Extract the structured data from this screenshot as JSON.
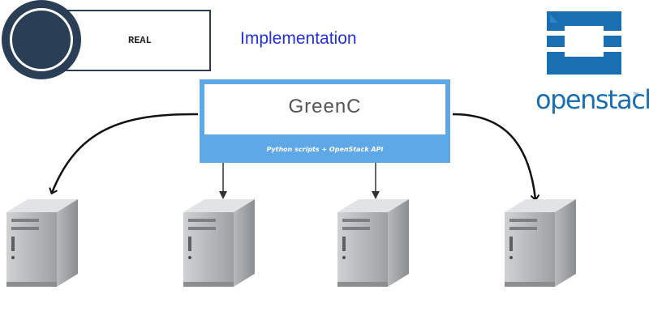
{
  "badge": {
    "label": "REAL"
  },
  "header": {
    "title": "Implementation"
  },
  "greenc": {
    "title": "GreenC",
    "subtitle": "Python scripts + OpenStack API"
  },
  "logo": {
    "name": "openstack",
    "tm": "™",
    "color": "#1a6fb3"
  },
  "colors": {
    "accent_blue": "#5fa8e8",
    "badge_navy": "#2a3f55",
    "title_blue": "#2232d6"
  },
  "servers": [
    {
      "id": "server-1"
    },
    {
      "id": "server-2"
    },
    {
      "id": "server-3"
    },
    {
      "id": "server-4"
    }
  ]
}
